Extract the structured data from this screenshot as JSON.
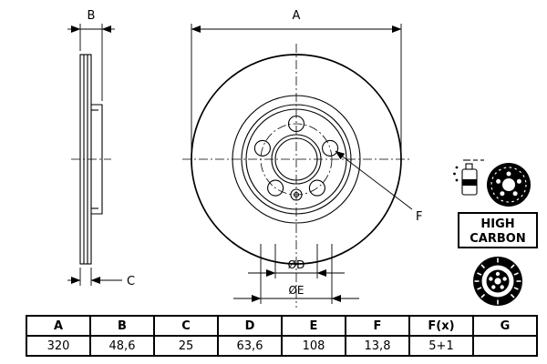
{
  "colors": {
    "line": "#000000",
    "background": "#ffffff",
    "icon_fill": "#000000"
  },
  "drawing": {
    "dims": {
      "a": "A",
      "b": "B",
      "c": "C",
      "d": "ØD",
      "e": "ØE",
      "f": "F"
    }
  },
  "badge": {
    "line1": "HIGH",
    "line2": "CARBON"
  },
  "icons": {
    "coated_disc": "spray-coated-disc-icon",
    "vented_disc": "vented-disc-icon"
  },
  "table": {
    "headers": [
      "A",
      "B",
      "C",
      "D",
      "E",
      "F",
      "F(x)",
      "G"
    ],
    "values": [
      "320",
      "48,6",
      "25",
      "63,6",
      "108",
      "13,8",
      "5+1",
      ""
    ]
  }
}
